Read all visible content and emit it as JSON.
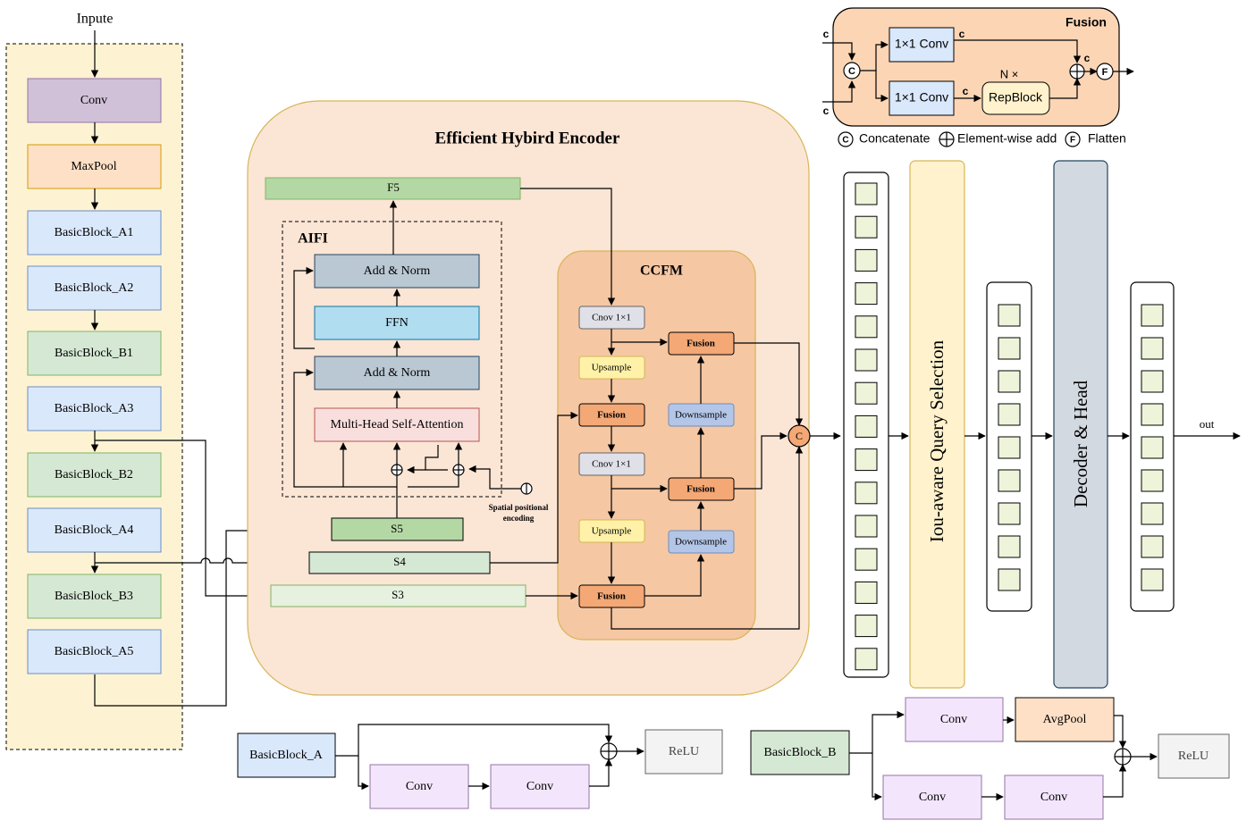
{
  "input_label": "Inpute",
  "backbone": {
    "conv": "Conv",
    "maxpool": "MaxPool",
    "block_a1": "BasicBlock_A1",
    "block_a2": "BasicBlock_A2",
    "block_b1": "BasicBlock_B1",
    "block_a3": "BasicBlock_A3",
    "block_b2": "BasicBlock_B2",
    "block_a4": "BasicBlock_A4",
    "block_b3": "BasicBlock_B3",
    "block_a5": "BasicBlock_A5"
  },
  "encoder": {
    "title": "Efficient  Hybird  Encoder",
    "f5": "F5",
    "s5": "S5",
    "s4": "S4",
    "s3": "S3",
    "spatial_encoding": [
      "Spatial positional",
      "encoding"
    ]
  },
  "aifi": {
    "title": "AIFI",
    "add_norm_top": "Add & Norm",
    "ffn": "FFN",
    "add_norm_bottom": "Add & Norm",
    "mhsa": "Multi-Head Self-Attention"
  },
  "ccfm": {
    "title": "CCFM",
    "conv_top": "Cnov 1×1",
    "upsample_top": "Upsample",
    "fusion_left_top": "Fusion",
    "conv_mid": "Cnov 1×1",
    "upsample_bottom": "Upsample",
    "fusion_left_bottom": "Fusion",
    "fusion_right_top": "Fusion",
    "fusion_right_mid": "Fusion",
    "downsample_top": "Downsample",
    "downsample_bottom": "Downsample",
    "concat_symbol": "C"
  },
  "fusion_detail": {
    "title": "Fusion",
    "conv_top": "1×1 Conv",
    "conv_bottom": "1×1 Conv",
    "repblock": "RepBlock",
    "repeat": "N ×",
    "c_in_top": "c",
    "c_in_bottom": "c",
    "c_after_top_conv": "c",
    "c_after_bottom_conv": "c",
    "c_after_add": "c",
    "concat_symbol": "C",
    "flatten_symbol": "F"
  },
  "legend": {
    "concatenate": "Concatenate",
    "element_add": "Element-wise add",
    "flatten": "Flatten"
  },
  "decoder": {
    "query_selection": "Iou-aware Query Selection",
    "decoder_head": "Decoder & Head",
    "out": "out"
  },
  "basic_block_a": {
    "title": "BasicBlock_A",
    "conv1": "Conv",
    "conv2": "Conv",
    "relu": "ReLU"
  },
  "basic_block_b": {
    "title": "BasicBlock_B",
    "conv_top": "Conv",
    "avgpool": "AvgPool",
    "conv1": "Conv",
    "conv2": "Conv",
    "relu": "ReLU"
  },
  "colors": {
    "backbone_bg": "#fdf3d3",
    "encoder_bg": "#fbe5d5",
    "ccfm_bg": "#f5c7a3",
    "fusion_panel_bg": "#fcd5b5",
    "conv_purple": "#d0c0d8",
    "maxpool_orange": "#fde0c6",
    "block_a_blue": "#dae8fc",
    "block_b_green": "#d5e8d4",
    "f5_green": "#b4d8a4",
    "s3_green": "#e6f1df",
    "add_norm_gray": "#bac8d3",
    "ffn_cyan": "#b1ddf0",
    "mhsa_pink": "#f8dfdd",
    "upsample_yellow": "#fff2a8",
    "fusion_orange": "#f4a875",
    "downsample_blue": "#b4c6e7",
    "query_yellow": "#fff2cc",
    "decoder_gray": "#d2d9e1",
    "token_green": "#eef4d9",
    "conv_lavender": "#f3e6fc",
    "relu_gray": "#f3f3f3"
  }
}
